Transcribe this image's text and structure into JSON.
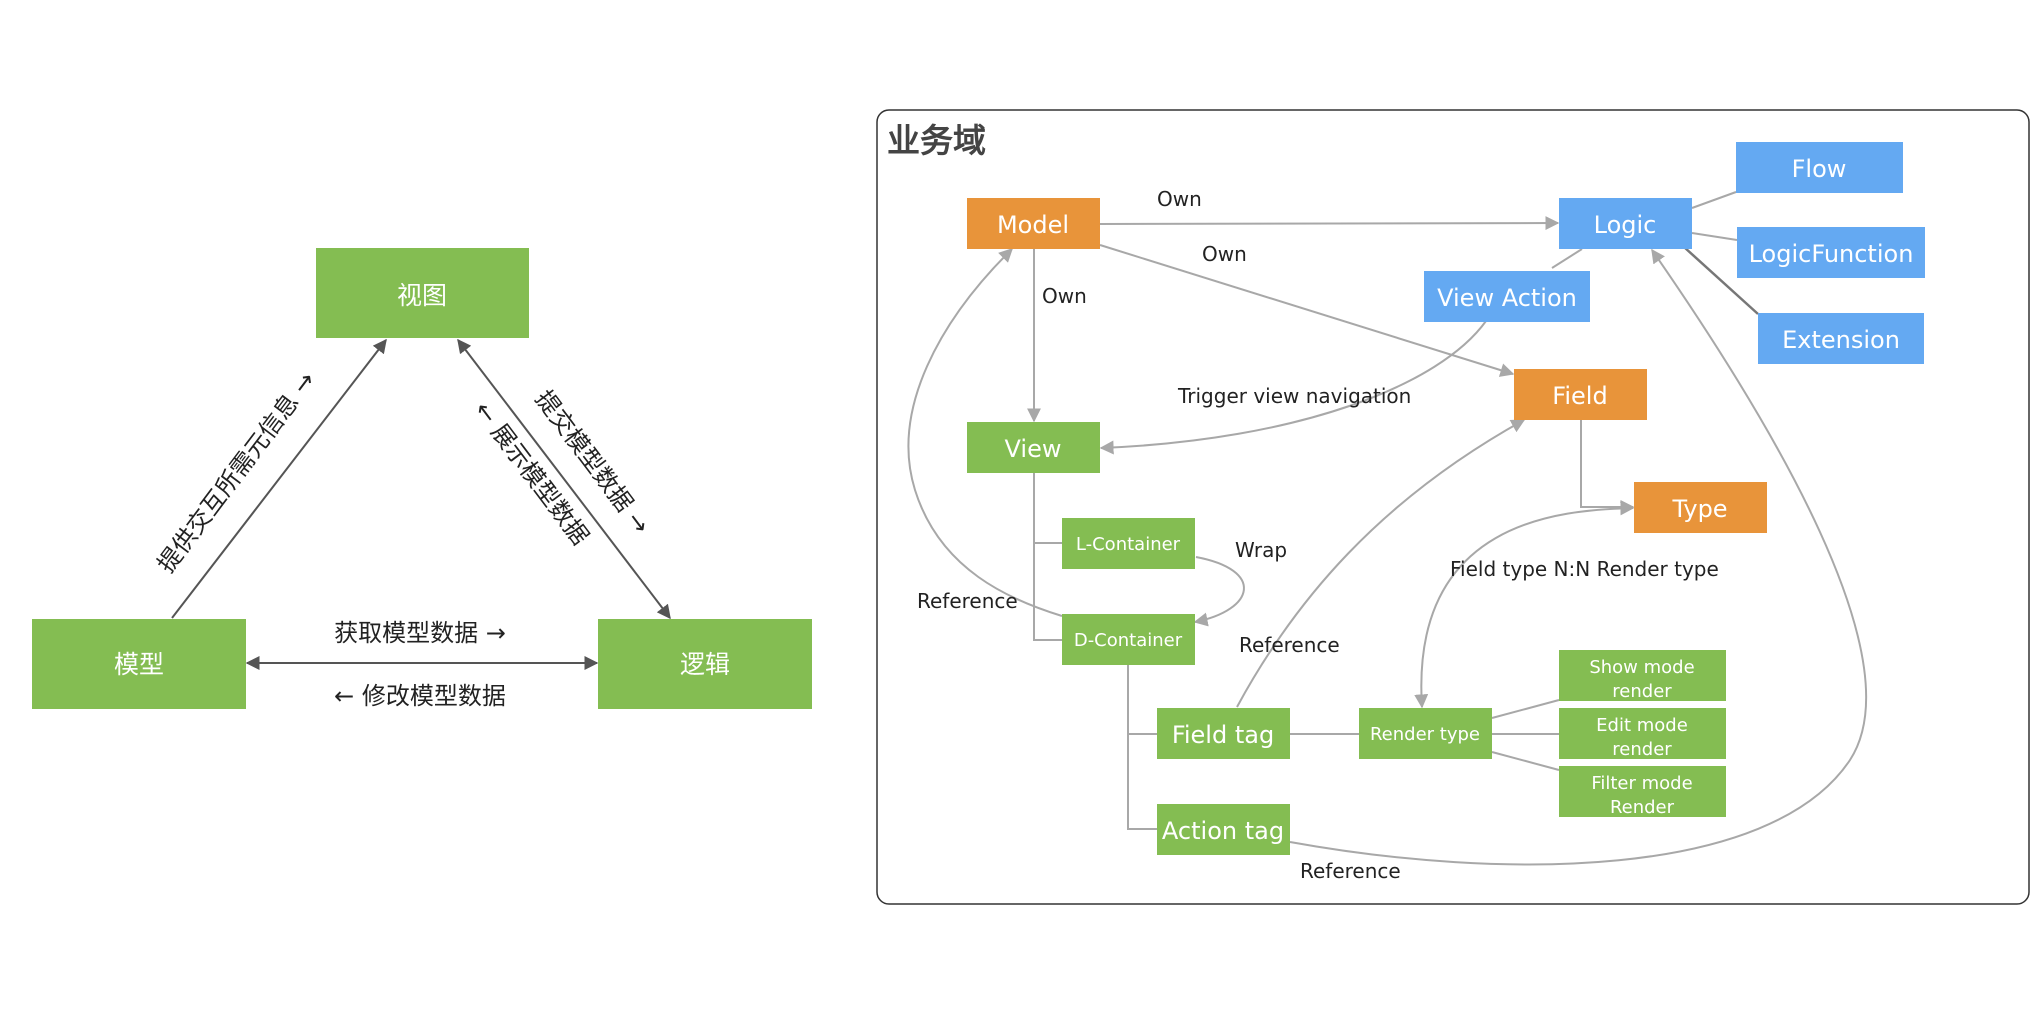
{
  "left": {
    "nodes": {
      "view": "视图",
      "model": "模型",
      "logic": "逻辑"
    },
    "edges": {
      "model_view": "提供交互所需元信息 →",
      "logic_view_a": "← 展示模型数据",
      "logic_view_b": "提交模型数据 →",
      "model_logic_a": "获取模型数据 →",
      "model_logic_b": "← 修改模型数据"
    }
  },
  "right": {
    "title": "业务域",
    "nodes": {
      "model": "Model",
      "logic": "Logic",
      "flow": "Flow",
      "logic_function": "LogicFunction",
      "extension": "Extension",
      "view_action": "View Action",
      "field": "Field",
      "view": "View",
      "type": "Type",
      "l_container": "L-Container",
      "d_container": "D-Container",
      "field_tag": "Field tag",
      "render_type": "Render type",
      "show_mode_1": "Show mode",
      "show_mode_2": "render",
      "edit_mode_1": "Edit mode",
      "edit_mode_2": "render",
      "filter_mode_1": "Filter mode",
      "filter_mode_2": "Render",
      "action_tag": "Action tag"
    },
    "edges": {
      "own_logic": "Own",
      "own_field": "Own",
      "own_view": "Own",
      "trigger_nav": "Trigger view navigation",
      "wrap": "Wrap",
      "ref_model": "Reference",
      "ref_field": "Reference",
      "field_type_render": "Field type N:N Render type",
      "ref_logic": "Reference"
    }
  },
  "colors": {
    "green": "#84bd52",
    "orange": "#e8943a",
    "blue": "#64a9f2",
    "line": "#a8a8a8",
    "dark_line": "#555555"
  }
}
